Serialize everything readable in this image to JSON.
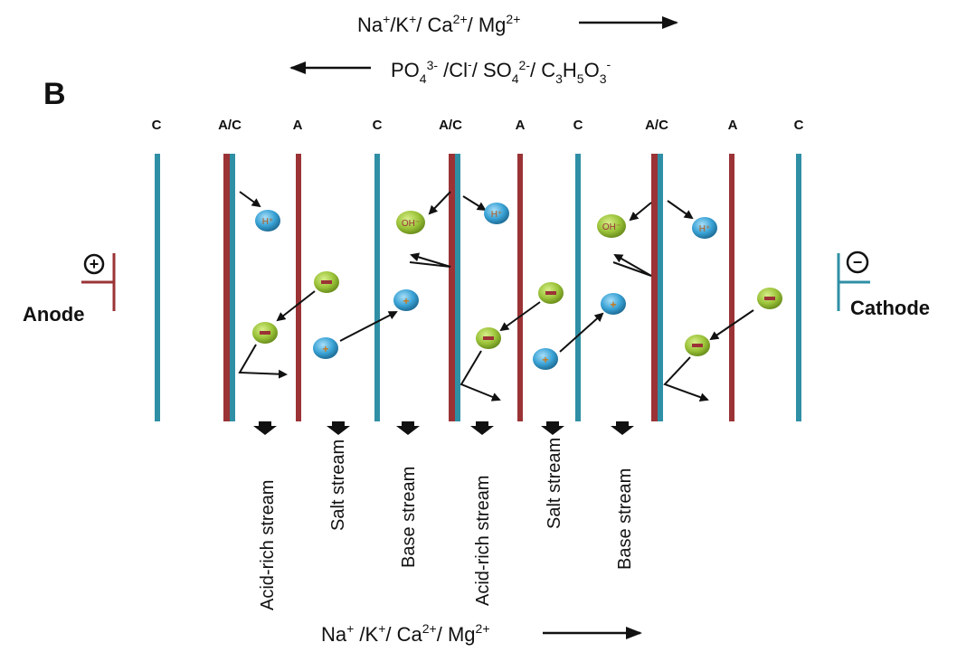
{
  "panel_letter": "B",
  "top_cations": {
    "main": [
      "Na",
      "/K",
      "/ Ca",
      "/ Mg"
    ],
    "sup": [
      "+",
      "+",
      "2+",
      "2+"
    ]
  },
  "top_anions": {
    "parts": [
      "PO",
      "4",
      "3-",
      " /Cl",
      "-",
      "/ SO",
      "4",
      "2-",
      "/ C",
      "3",
      "H",
      "5",
      "O",
      "3",
      "-"
    ]
  },
  "bottom_cations": {
    "main": [
      "Na",
      " /K",
      "/ Ca",
      "/ Mg"
    ],
    "sup": [
      "+",
      "+",
      "2+",
      "2+"
    ]
  },
  "membrane_labels": [
    "C",
    "A/C",
    "A",
    "C",
    "A/C",
    "A",
    "C",
    "A/C",
    "A",
    "C"
  ],
  "anode": {
    "label": "Anode",
    "sign": "+"
  },
  "cathode": {
    "label": "Cathode",
    "sign": "−"
  },
  "streams": [
    "Acid-rich stream",
    "Salt stream",
    "Base stream",
    "Acid-rich stream",
    "Salt stream",
    "Base stream"
  ],
  "ions": {
    "h_plus": "H⁺",
    "oh_minus": "OH⁻",
    "minus": "−",
    "plus": "+"
  },
  "colors": {
    "cation_membrane": "#2f8fa5",
    "anion_membrane": "#9b3336",
    "anion_ball": "#9cc43a",
    "cation_ball": "#3aa3d6"
  }
}
